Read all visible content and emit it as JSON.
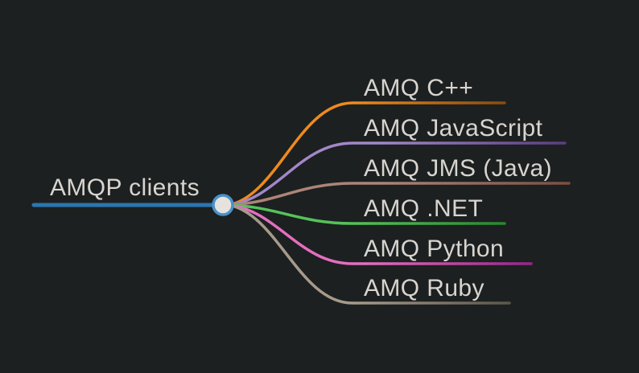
{
  "app": {
    "background": "#1c2020",
    "text_color": "#d8d4cf"
  },
  "root": {
    "label": "AMQP clients",
    "line_color": "#2b76b0",
    "node_fill": "#e6e3de",
    "node_border": "#4a90c8"
  },
  "branches": [
    {
      "label": "AMQ C++",
      "color": "#ef8a1e",
      "color_dark": "#8a4c10"
    },
    {
      "label": "AMQ JavaScript",
      "color": "#a287c8",
      "color_dark": "#5b3d80"
    },
    {
      "label": "AMQ JMS (Java)",
      "color": "#ad8478",
      "color_dark": "#7a4f42"
    },
    {
      "label": "AMQ .NET",
      "color": "#55c259",
      "color_dark": "#2b8530"
    },
    {
      "label": "AMQ Python",
      "color": "#e46ec0",
      "color_dark": "#97268b"
    },
    {
      "label": "AMQ Ruby",
      "color": "#a79a8a",
      "color_dark": "#5c564c"
    }
  ]
}
